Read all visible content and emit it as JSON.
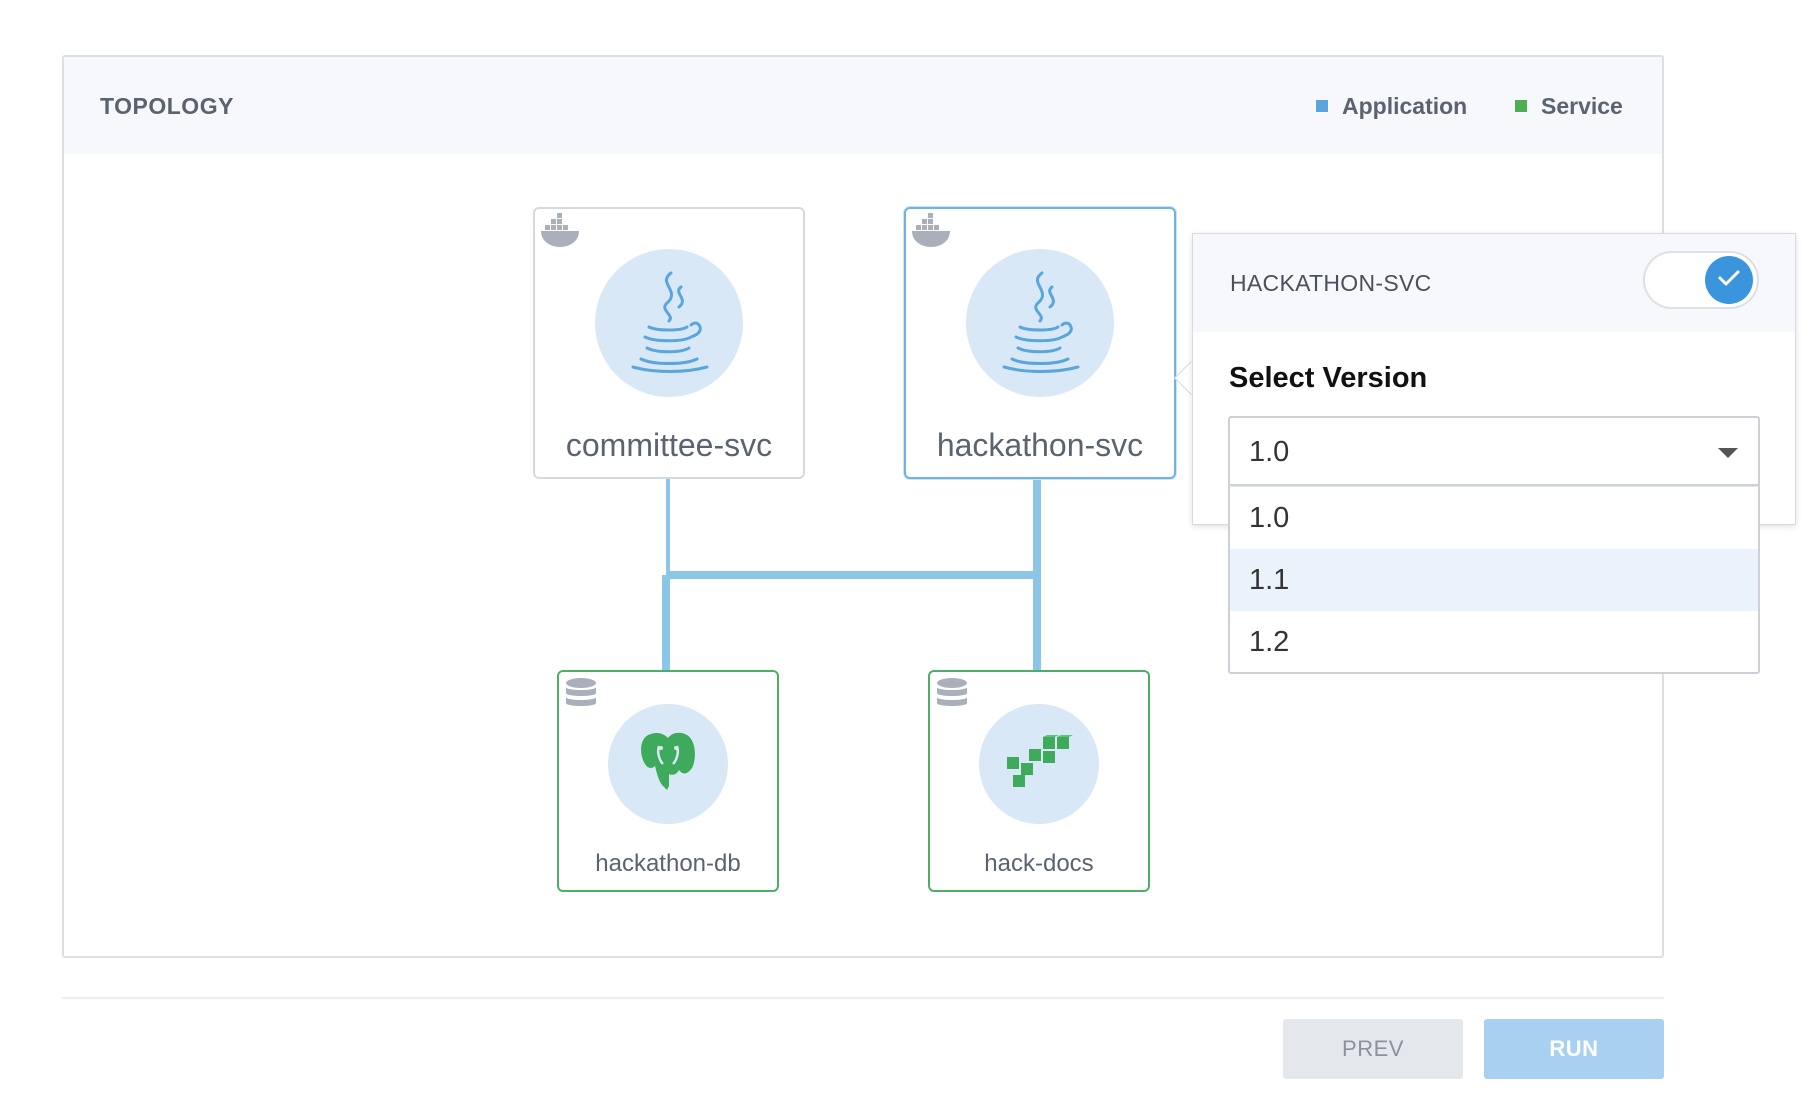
{
  "panel": {
    "title": "TOPOLOGY",
    "legend": [
      {
        "label": "Application",
        "color": "#5aa5db"
      },
      {
        "label": "Service",
        "color": "#4caf50"
      }
    ]
  },
  "nodes": {
    "committee": {
      "label": "committee-svc",
      "type": "application",
      "icon": "java-icon",
      "badge": "docker-icon"
    },
    "hackathon": {
      "label": "hackathon-svc",
      "type": "application",
      "icon": "java-icon",
      "badge": "docker-icon",
      "selected": true
    },
    "db": {
      "label": "hackathon-db",
      "type": "service",
      "icon": "postgresql-icon",
      "badge": "database-icon"
    },
    "docs": {
      "label": "hack-docs",
      "type": "service",
      "icon": "aws-cubes-icon",
      "badge": "database-icon"
    }
  },
  "popover": {
    "title": "HACKATHON-SVC",
    "toggle_on": true,
    "select_label": "Select Version",
    "selected_value": "1.0",
    "options": [
      "1.0",
      "1.1",
      "1.2"
    ],
    "highlighted_option": "1.1"
  },
  "footer": {
    "prev_label": "PREV",
    "run_label": "RUN"
  },
  "colors": {
    "connector": "#8cc6e7",
    "application_border": "#d6d9de",
    "selected_border": "#6fb3e0",
    "service_border": "#4caf65",
    "accent": "#3a95dc"
  }
}
